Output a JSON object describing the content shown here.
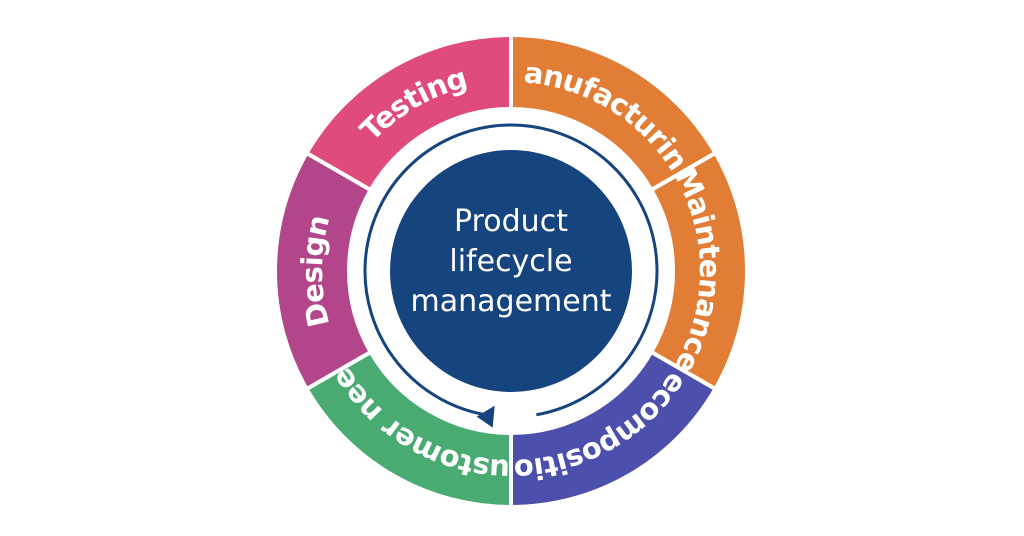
{
  "diagram": {
    "center": {
      "lines": [
        "Product",
        "lifecycle",
        "management"
      ],
      "color": "#15447f"
    },
    "segments": [
      {
        "label": "Manufacturing",
        "color": "#e27d35"
      },
      {
        "label": "Maintenance",
        "color": "#e27d35"
      },
      {
        "label": "Decomposition",
        "color": "#4d4fac"
      },
      {
        "label": "Customer need",
        "color": "#4aab72"
      },
      {
        "label": "Design",
        "color": "#b3468a"
      },
      {
        "label": "Testing",
        "color": "#df4c7b"
      }
    ],
    "cycle_arrow_color": "#15447f",
    "ring_gap_color": "#ffffff"
  }
}
